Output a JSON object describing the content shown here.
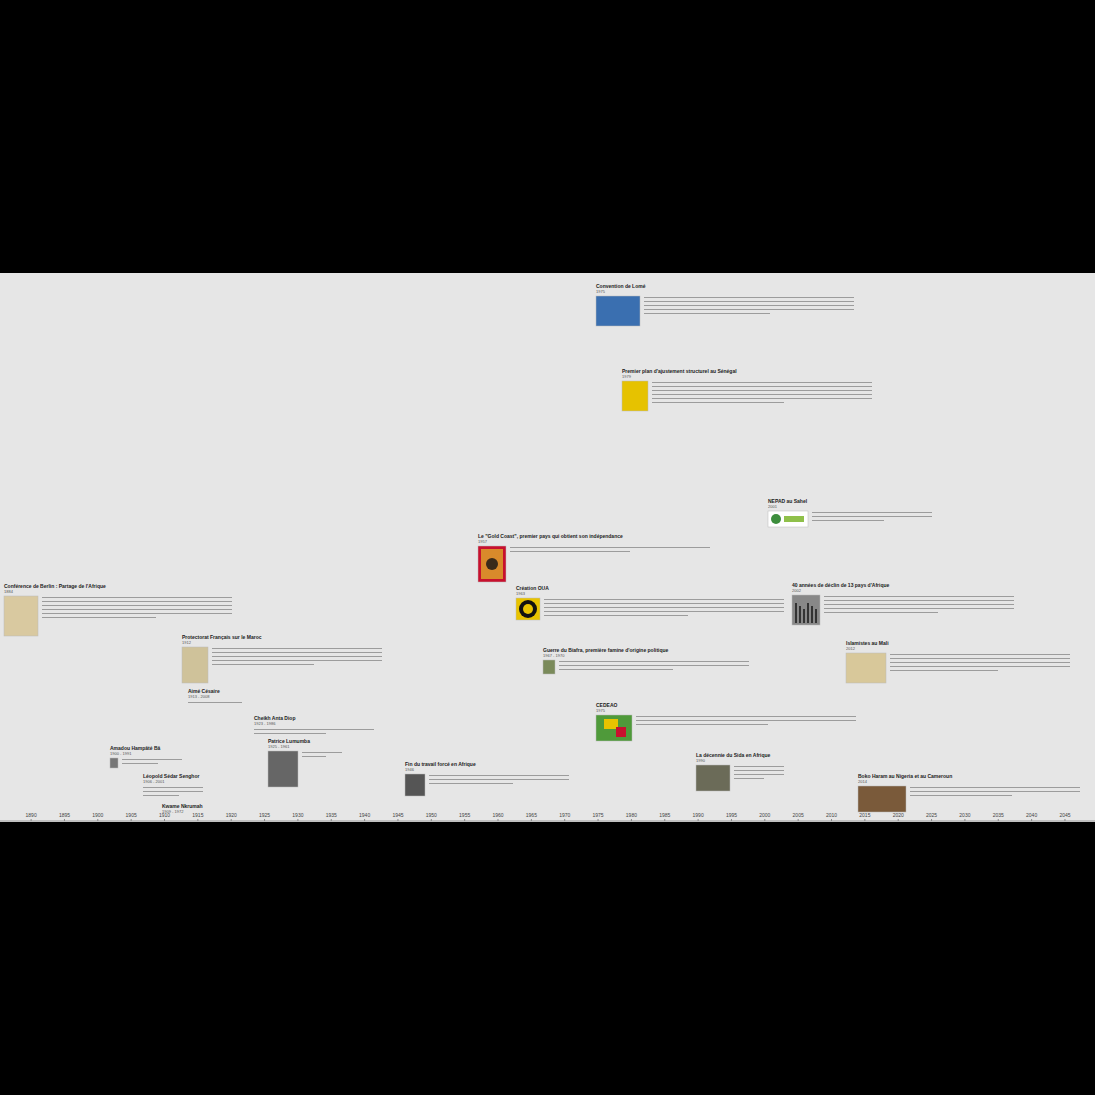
{
  "diagram": {
    "nodes": [
      {
        "text": [
          "Conférence de Berlin : Partage de l'Afrique",
          "1884"
        ]
      },
      {
        "text": [
          "Protectorat Français sur le Maroc",
          "1912"
        ]
      },
      {
        "text": [
          "Amadou Hampâté Bâ",
          "1900 - 1991"
        ]
      },
      {
        "text": [
          "Léopold Sédar Senghor",
          "1906 - 2001"
        ]
      },
      {
        "text": [
          "Kwame Nkrumah",
          "1909 - 1972"
        ]
      },
      {
        "text": [
          "Aimé Césaire",
          "1913 - 2008"
        ]
      },
      {
        "text": [
          "Cheikh Anta Diop",
          "1923 - 1986"
        ]
      },
      {
        "text": [
          "Patrice Lumumba",
          "1925 - 1961"
        ]
      },
      {
        "text": [
          "Fin du travail forcé en Afrique",
          "1946"
        ]
      },
      {
        "text": [
          "Le \"Gold Coast\", premier pays qui obtient son indépendance",
          "1957"
        ]
      },
      {
        "text": [
          "Création OUA",
          "1963"
        ]
      },
      {
        "text": [
          "Guerre du Biafra, première famine d'origine politique",
          "1967 - 1970"
        ]
      },
      {
        "text": [
          "CEDEAO",
          "1975"
        ]
      },
      {
        "text": [
          "Convention de Lomé",
          "1975"
        ]
      },
      {
        "text": [
          "Premier plan d'ajustement structurel au Sénégal",
          "1979"
        ]
      },
      {
        "text": [
          "La décennie du Sida en Afrique",
          "1990"
        ]
      },
      {
        "text": [
          "NEPAD au Sahel",
          "2001"
        ]
      },
      {
        "text": [
          "40 années de déclin de 13 pays d'Afrique",
          "2002"
        ]
      },
      {
        "text": [
          "Islamistes au Mali",
          "2012"
        ]
      },
      {
        "text": [
          "Boko Haram au Nigeria et au Cameroun",
          "2014"
        ]
      }
    ],
    "labels": [
      "1890",
      "1895",
      "1900",
      "1905",
      "1910",
      "1915",
      "1920",
      "1925",
      "1930",
      "1935",
      "1940",
      "1945",
      "1950",
      "1955",
      "1960",
      "1965",
      "1970",
      "1975",
      "1980",
      "1985",
      "1990",
      "1995",
      "2000",
      "2005",
      "2010",
      "2015",
      "2020",
      "2025",
      "2030",
      "2035",
      "2040",
      "2045"
    ]
  }
}
